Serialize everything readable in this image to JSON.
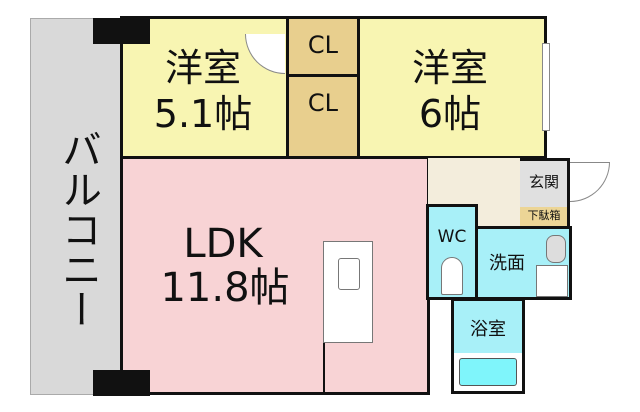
{
  "rooms": {
    "balcony": {
      "label": "バルコニー",
      "color": "#d9d9d9"
    },
    "western_room_1": {
      "label": "洋室",
      "size": "5.1帖",
      "color": "#f8f5b2"
    },
    "closet_1": {
      "label": "CL",
      "color": "#e8cf8e"
    },
    "closet_2": {
      "label": "CL",
      "color": "#e8cf8e"
    },
    "western_room_2": {
      "label": "洋室",
      "size": "6帖",
      "color": "#f8f5b2"
    },
    "ldk": {
      "label": "LDK",
      "size": "11.8帖",
      "color": "#f8d3d5"
    },
    "entrance": {
      "label": "玄関",
      "color": "#e0e0e0"
    },
    "shoe_box": {
      "label": "下駄箱",
      "color": "#ecd596"
    },
    "hall": {
      "color": "#f3eddc"
    },
    "wc": {
      "label": "WC",
      "color": "#a8f0f8"
    },
    "washroom": {
      "label": "洗面",
      "color": "#a8f0f8"
    },
    "bathroom": {
      "label": "浴室",
      "color": "#a8f0f8"
    }
  }
}
